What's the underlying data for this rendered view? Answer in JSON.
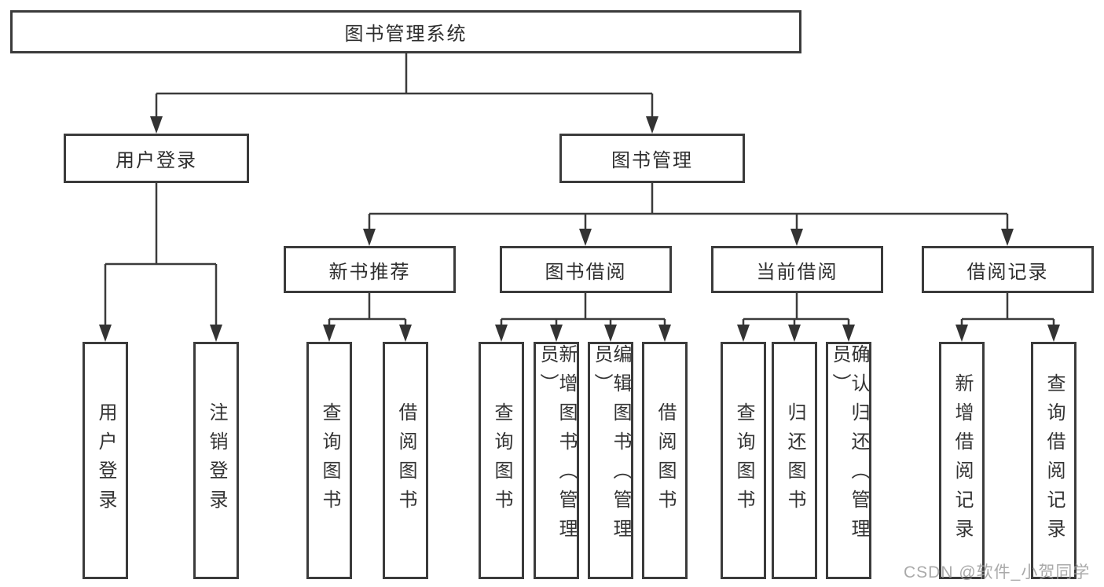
{
  "diagram_title": "图书管理系统",
  "tree": {
    "label": "图书管理系统",
    "children": [
      {
        "label": "用户登录",
        "children": [
          {
            "label": "用户登录"
          },
          {
            "label": "注销登录"
          }
        ]
      },
      {
        "label": "图书管理",
        "children": [
          {
            "label": "新书推荐",
            "children": [
              {
                "label": "查询图书"
              },
              {
                "label": "借阅图书"
              }
            ]
          },
          {
            "label": "图书借阅",
            "children": [
              {
                "label": "查询图书"
              },
              {
                "label": "新增图书（管理员）"
              },
              {
                "label": "编辑图书（管理员）"
              },
              {
                "label": "借阅图书"
              }
            ]
          },
          {
            "label": "当前借阅",
            "children": [
              {
                "label": "查询图书"
              },
              {
                "label": "归还图书"
              },
              {
                "label": "确认归还（管理员）"
              }
            ]
          },
          {
            "label": "借阅记录",
            "children": [
              {
                "label": "新增借阅记录"
              },
              {
                "label": "查询借阅记录"
              }
            ]
          }
        ]
      }
    ]
  },
  "watermark": {
    "text": "CSDN @软件_小贺同学"
  },
  "colors": {
    "line": "#3b3b3b",
    "border": "#3b3b3b",
    "text": "#2d2d2d",
    "watermark": "#9e9e9e",
    "background": "#ffffff"
  }
}
